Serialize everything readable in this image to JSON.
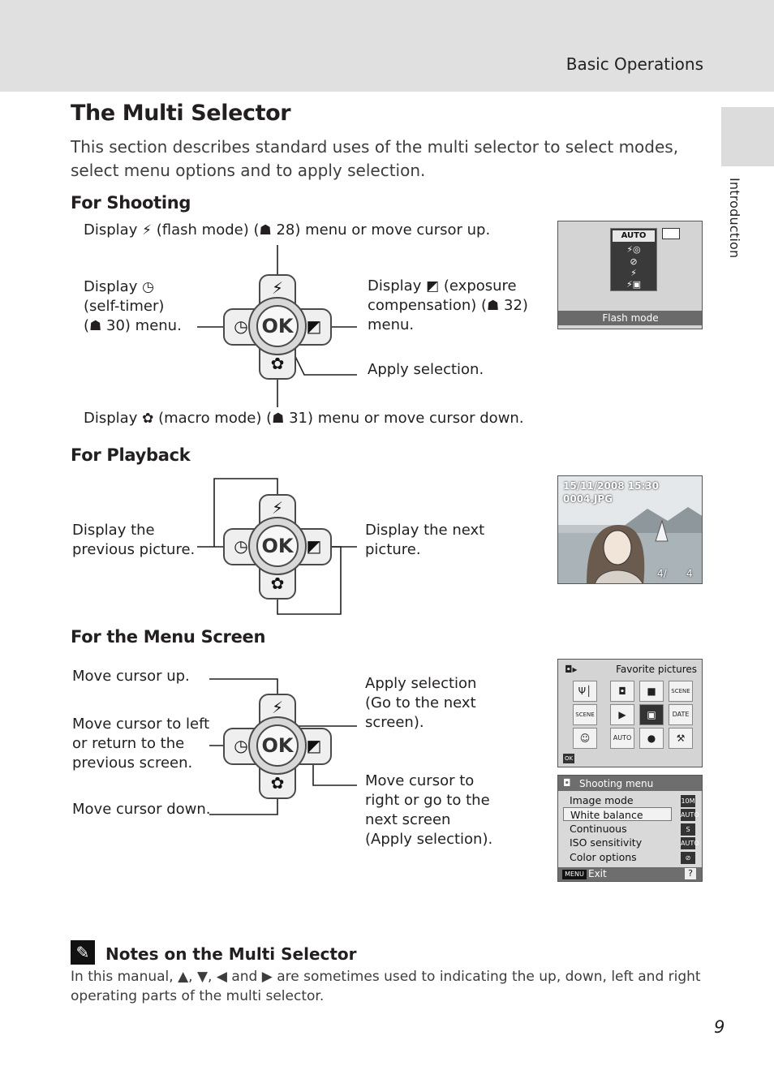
{
  "header": {
    "section": "Basic Operations",
    "side_tab": "Introduction"
  },
  "page_title": "The Multi Selector",
  "intro": "This section describes standard uses of the multi selector to select modes, select menu options and to apply selection.",
  "shooting": {
    "heading": "For Shooting",
    "up_a": "Display",
    "up_b": "(flash mode) (",
    "up_c": "28) menu or move cursor up.",
    "left_1": "Display",
    "left_2": "(self-timer)",
    "left_3a": "(",
    "left_3b": "30) menu.",
    "right_1a": "Display",
    "right_1b": "(exposure",
    "right_2a": "compensation) (",
    "right_2b": "32)",
    "right_3": "menu.",
    "ok": "Apply selection.",
    "down_a": "Display",
    "down_b": "(macro mode) (",
    "down_c": "31) menu or move cursor down.",
    "screen_label": "Flash mode",
    "flash_opts": [
      "AUTO",
      "⚡◎",
      "⊘",
      "⚡",
      "⚡▣"
    ]
  },
  "playback": {
    "heading": "For Playback",
    "left_1": "Display the",
    "left_2": "previous picture.",
    "right_1": "Display the next",
    "right_2": "picture.",
    "date": "15/11/2008 15:30",
    "file": "0004.JPG",
    "counter_a": "4/",
    "counter_b": "4"
  },
  "menu": {
    "heading": "For the Menu Screen",
    "up": "Move cursor up.",
    "left_1": "Move cursor to left",
    "left_2": "or return to the",
    "left_3": "previous screen.",
    "down": "Move cursor down.",
    "ok_1": "Apply selection",
    "ok_2": "(Go to the next",
    "ok_3": "screen).",
    "right_1": "Move cursor to",
    "right_2": "right or go to the",
    "right_3": "next screen",
    "right_4": "(Apply selection).",
    "fav_title": "Favorite pictures",
    "fav_ok": "OK",
    "grid_icons": [
      "Ψ│",
      "◘",
      "■",
      "SCENE",
      "SCENE",
      "▶",
      "▣",
      "DATE",
      "☺",
      "AUTO",
      "●",
      "⚒"
    ],
    "shoot_title": "Shooting menu",
    "items": [
      {
        "label": "Image mode",
        "val": "10M"
      },
      {
        "label": "White balance",
        "val": "AUTO"
      },
      {
        "label": "Continuous",
        "val": "S"
      },
      {
        "label": "ISO sensitivity",
        "val": "AUTO"
      },
      {
        "label": "Color options",
        "val": "⊘"
      }
    ],
    "menu_key": "MENU",
    "exit": "Exit",
    "help": "?"
  },
  "note": {
    "title": "Notes on the Multi Selector",
    "text_a": "In this manual,",
    "text_b": "and",
    "text_c": "are sometimes used to indicating the up, down, left and right operating parts of the multi selector."
  },
  "page_number": "9",
  "icons": {
    "flash": "flash-icon",
    "self_timer": "self-timer-icon",
    "exposure": "exposure-compensation-icon",
    "macro": "macro-icon",
    "reference": "reference-icon",
    "note": "note-pencil-icon"
  }
}
